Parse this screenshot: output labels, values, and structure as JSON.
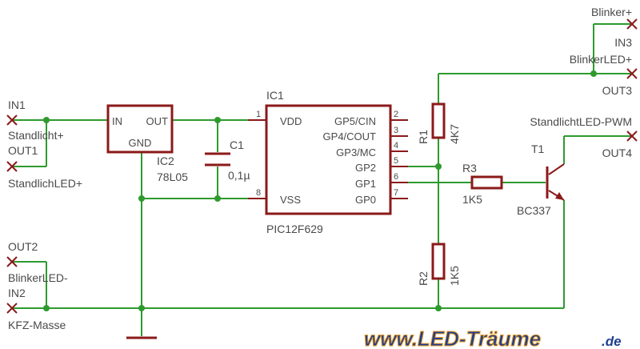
{
  "connectors": {
    "in1": "IN1",
    "standlicht_plus": "Standlicht+",
    "out1": "OUT1",
    "standlichtled_plus": "StandlichLED+",
    "out2": "OUT2",
    "blinkerled_minus": "BlinkerLED-",
    "in2": "IN2",
    "kfz_masse": "KFZ-Masse",
    "blinker_plus": "Blinker+",
    "in3": "IN3",
    "blinkerled_plus": "BlinkerLED+",
    "out3": "OUT3",
    "standlichtled_pwm": "StandlichtLED-PWM",
    "out4": "OUT4"
  },
  "ic2": {
    "ref": "IC2",
    "value": "78L05",
    "pin_in": "IN",
    "pin_out": "OUT",
    "pin_gnd": "GND"
  },
  "c1": {
    "ref": "C1",
    "value": "0,1µ"
  },
  "ic1": {
    "ref": "IC1",
    "value": "PIC12F629",
    "pin_vdd": "VDD",
    "pin_vss": "VSS",
    "pin_gp5": "GP5/CIN",
    "pin_gp4": "GP4/COUT",
    "pin_gp3": "GP3/MC",
    "pin_gp2": "GP2",
    "pin_gp1": "GP1",
    "pin_gp0": "GP0",
    "n1": "1",
    "n8": "8",
    "n2": "2",
    "n3": "3",
    "n4": "4",
    "n5": "5",
    "n6": "6",
    "n7": "7"
  },
  "r1": {
    "ref": "R1",
    "value": "4K7"
  },
  "r2": {
    "ref": "R2",
    "value": "1K5"
  },
  "r3": {
    "ref": "R3",
    "value": "1K5"
  },
  "t1": {
    "ref": "T1",
    "value": "BC337"
  },
  "logo": {
    "main": "www.LED-Träume",
    "suffix": ".de"
  },
  "colors": {
    "wire": "#2e9a2e",
    "part": "#8b1a1a",
    "text": "#4a4a4a",
    "logo": "#1e3f8f"
  }
}
